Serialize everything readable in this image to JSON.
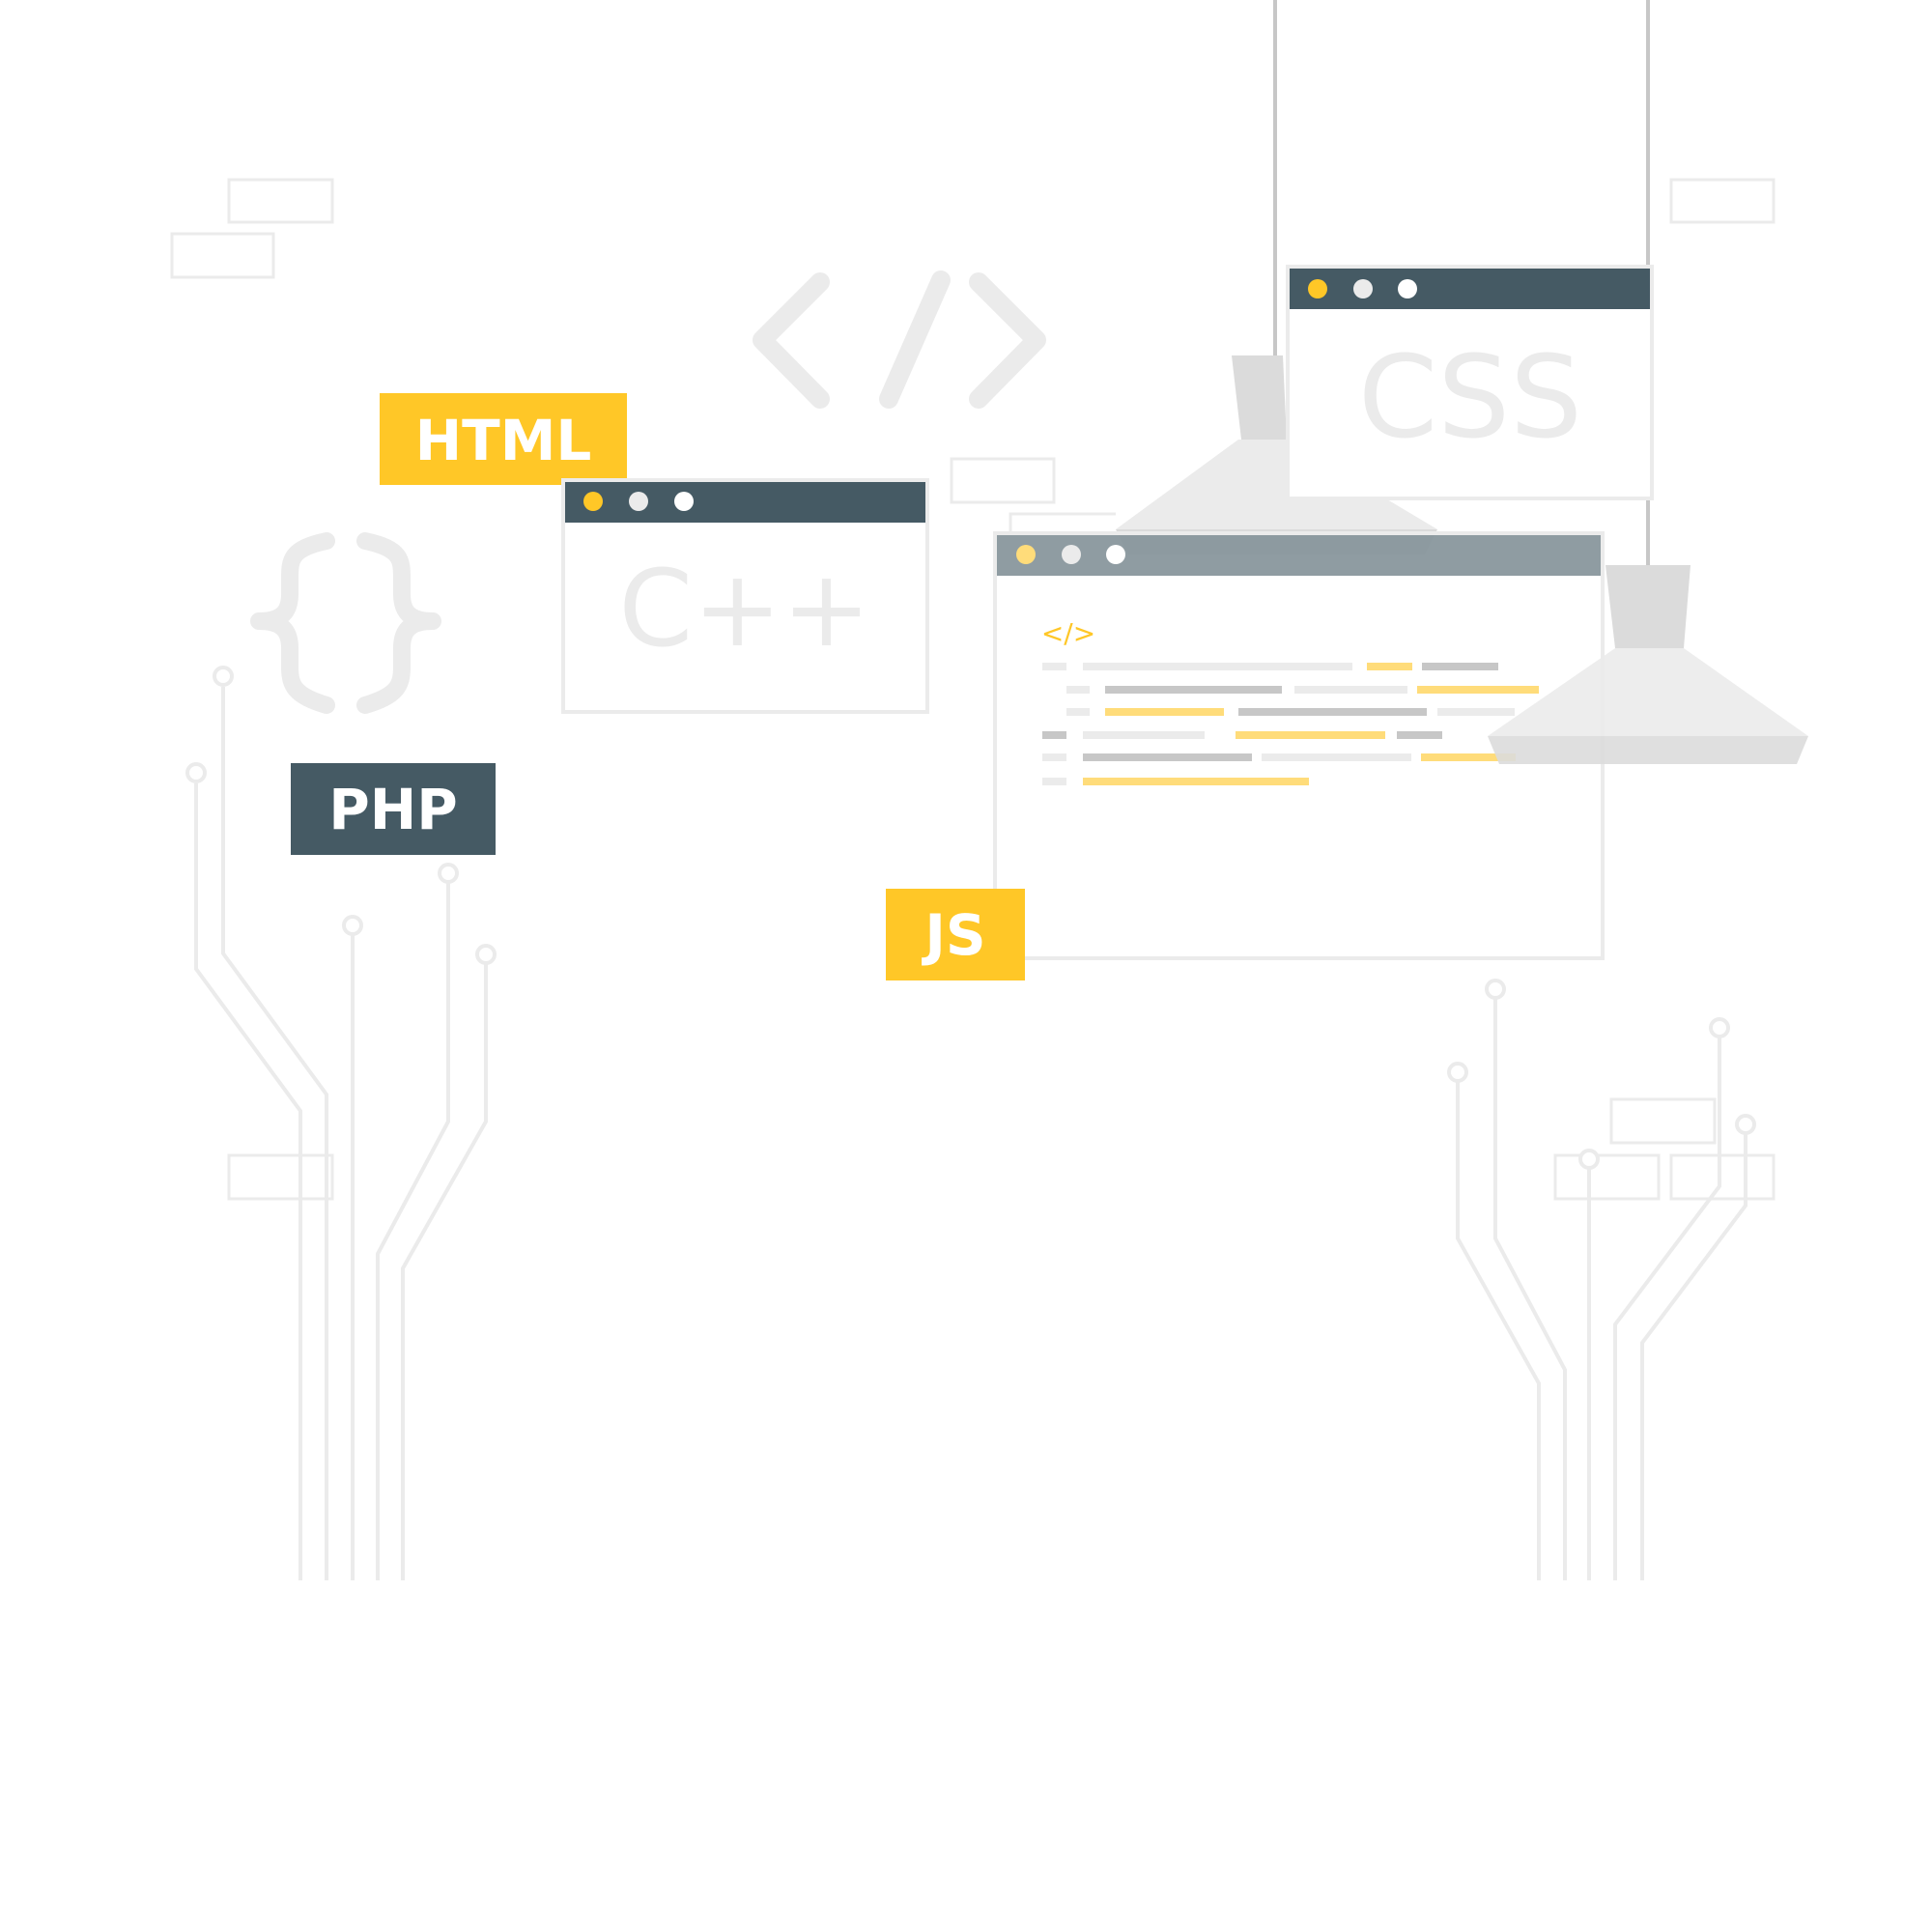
{
  "labels": {
    "html": "HTML",
    "php": "PHP",
    "js": "JS",
    "cpp": "C++",
    "css": "CSS",
    "code_tag": "</>",
    "curly_braces": "{}",
    "mini_code_tag": "</>"
  },
  "colors": {
    "accent_yellow": "#FFC727",
    "slate": "#455A64",
    "light_gray": "#EBEBEB",
    "mid_gray": "#C7C7C7",
    "lamp_gray": "#DBDBDB",
    "pale_yellow": "#FFDC7A",
    "dot_white": "#FFFFFF",
    "dot_light": "#EBEBEB"
  }
}
